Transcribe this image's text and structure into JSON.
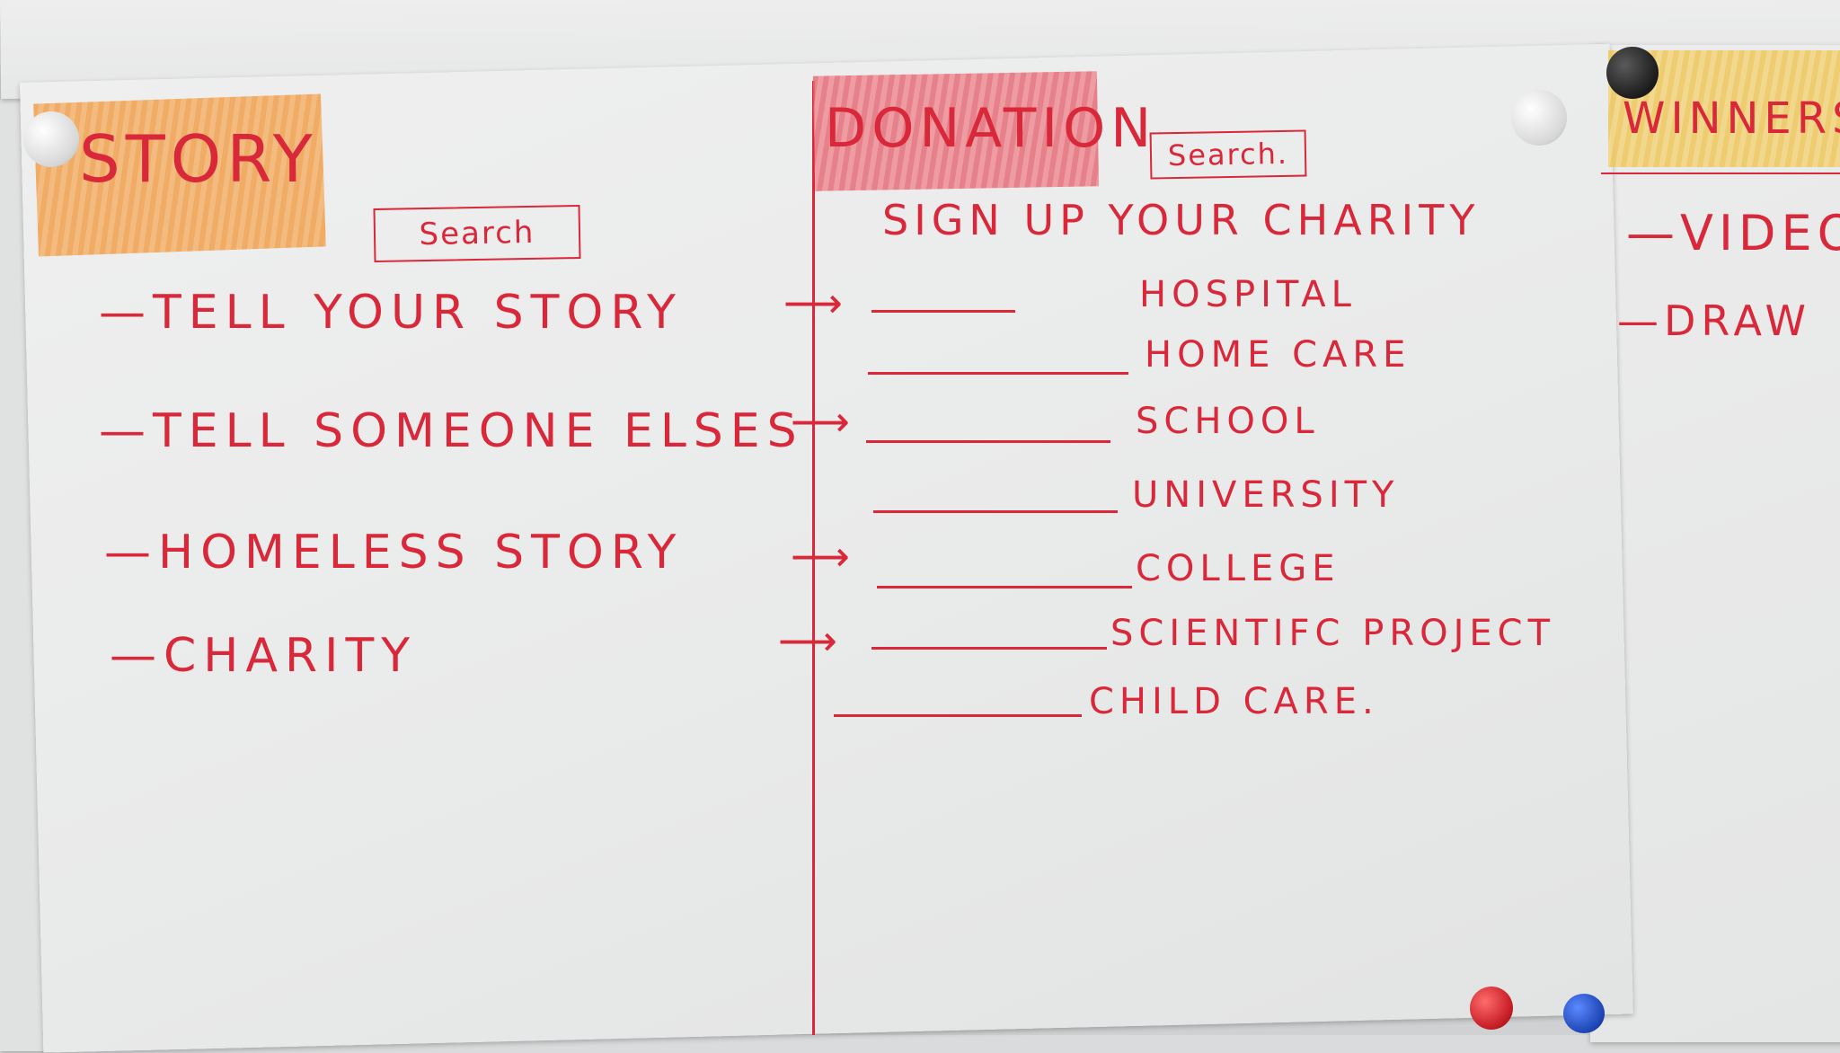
{
  "sections": {
    "story": {
      "title": "STORY",
      "search": "Search",
      "items": [
        "—TELL YOUR STORY",
        "—TELL SOMEONE ELSES",
        "—HOMELESS STORY",
        "—CHARITY"
      ]
    },
    "donation": {
      "title": "DONATION",
      "search": "Search.",
      "signup": "SIGN UP YOUR CHARITY",
      "items": [
        "HOSPITAL",
        "HOME CARE",
        "SCHOOL",
        "UNIVERSITY",
        "COLLEGE",
        "SCIENTIFC PROJECT",
        "CHILD CARE."
      ]
    },
    "winners": {
      "title": "WINNERS",
      "items": [
        "—VIDEOS",
        "—DRAW"
      ]
    }
  },
  "colors": {
    "ink": "#d8283a",
    "story_highlight": "#f0a04c",
    "donation_highlight": "#e56d78",
    "winners_highlight": "#efc65a"
  }
}
